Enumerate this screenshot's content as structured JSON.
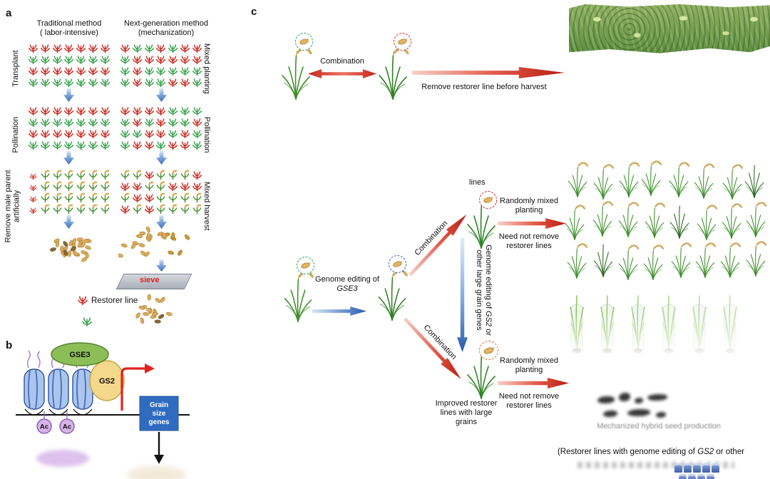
{
  "panel_a": {
    "label": "a",
    "traditional_title": "Traditional method",
    "traditional_subtitle": "( labor-intensive)",
    "nextgen_title": "Next-generation method",
    "nextgen_subtitle": "(mechanization)",
    "row_labels_left": [
      "Transplant",
      "Pollination",
      "Remove male parent artificially"
    ],
    "row_labels_right": [
      "Mixed planting",
      "Pollination",
      "Mixed harvest"
    ],
    "sieve": "sieve",
    "legend_restorer": "Restorer line"
  },
  "panel_b": {
    "label": "b",
    "gse3": "GSE3",
    "gs2": "GS2",
    "ac1": "Ac",
    "ac2": "Ac",
    "gene_box": [
      "Grain",
      "size",
      "genes"
    ]
  },
  "panel_c": {
    "label": "c",
    "combination": "Combination",
    "remove_restorer": "Remove restorer line before harvest",
    "genome_editing_prefix": "Genome editing of",
    "gse3_gene": "GSE3",
    "combination_up": "Combination",
    "combination_down": "Combination",
    "upper_lines_partial": "lines",
    "randomly_mixed_top": "Randomly mixed planting",
    "need_not_top": "Need not remove restorer lines",
    "gs2_arrow_prefix": "Genome editing of",
    "gs2_arrow_gene": "GS2",
    "gs2_arrow_suffix": "or other large grain genes",
    "randomly_mixed_bottom": "Randomly mixed planting",
    "need_not_bottom": "Need not remove restorer lines",
    "improved_restorer": "Improved restorer lines with large grains",
    "caption_blurry": "Mechanized hybrid seed production",
    "caption_restorer_prefix": "(Restorer lines with genome editing of",
    "caption_restorer_gene": "GS2",
    "caption_restorer_suffix": "or other"
  }
}
